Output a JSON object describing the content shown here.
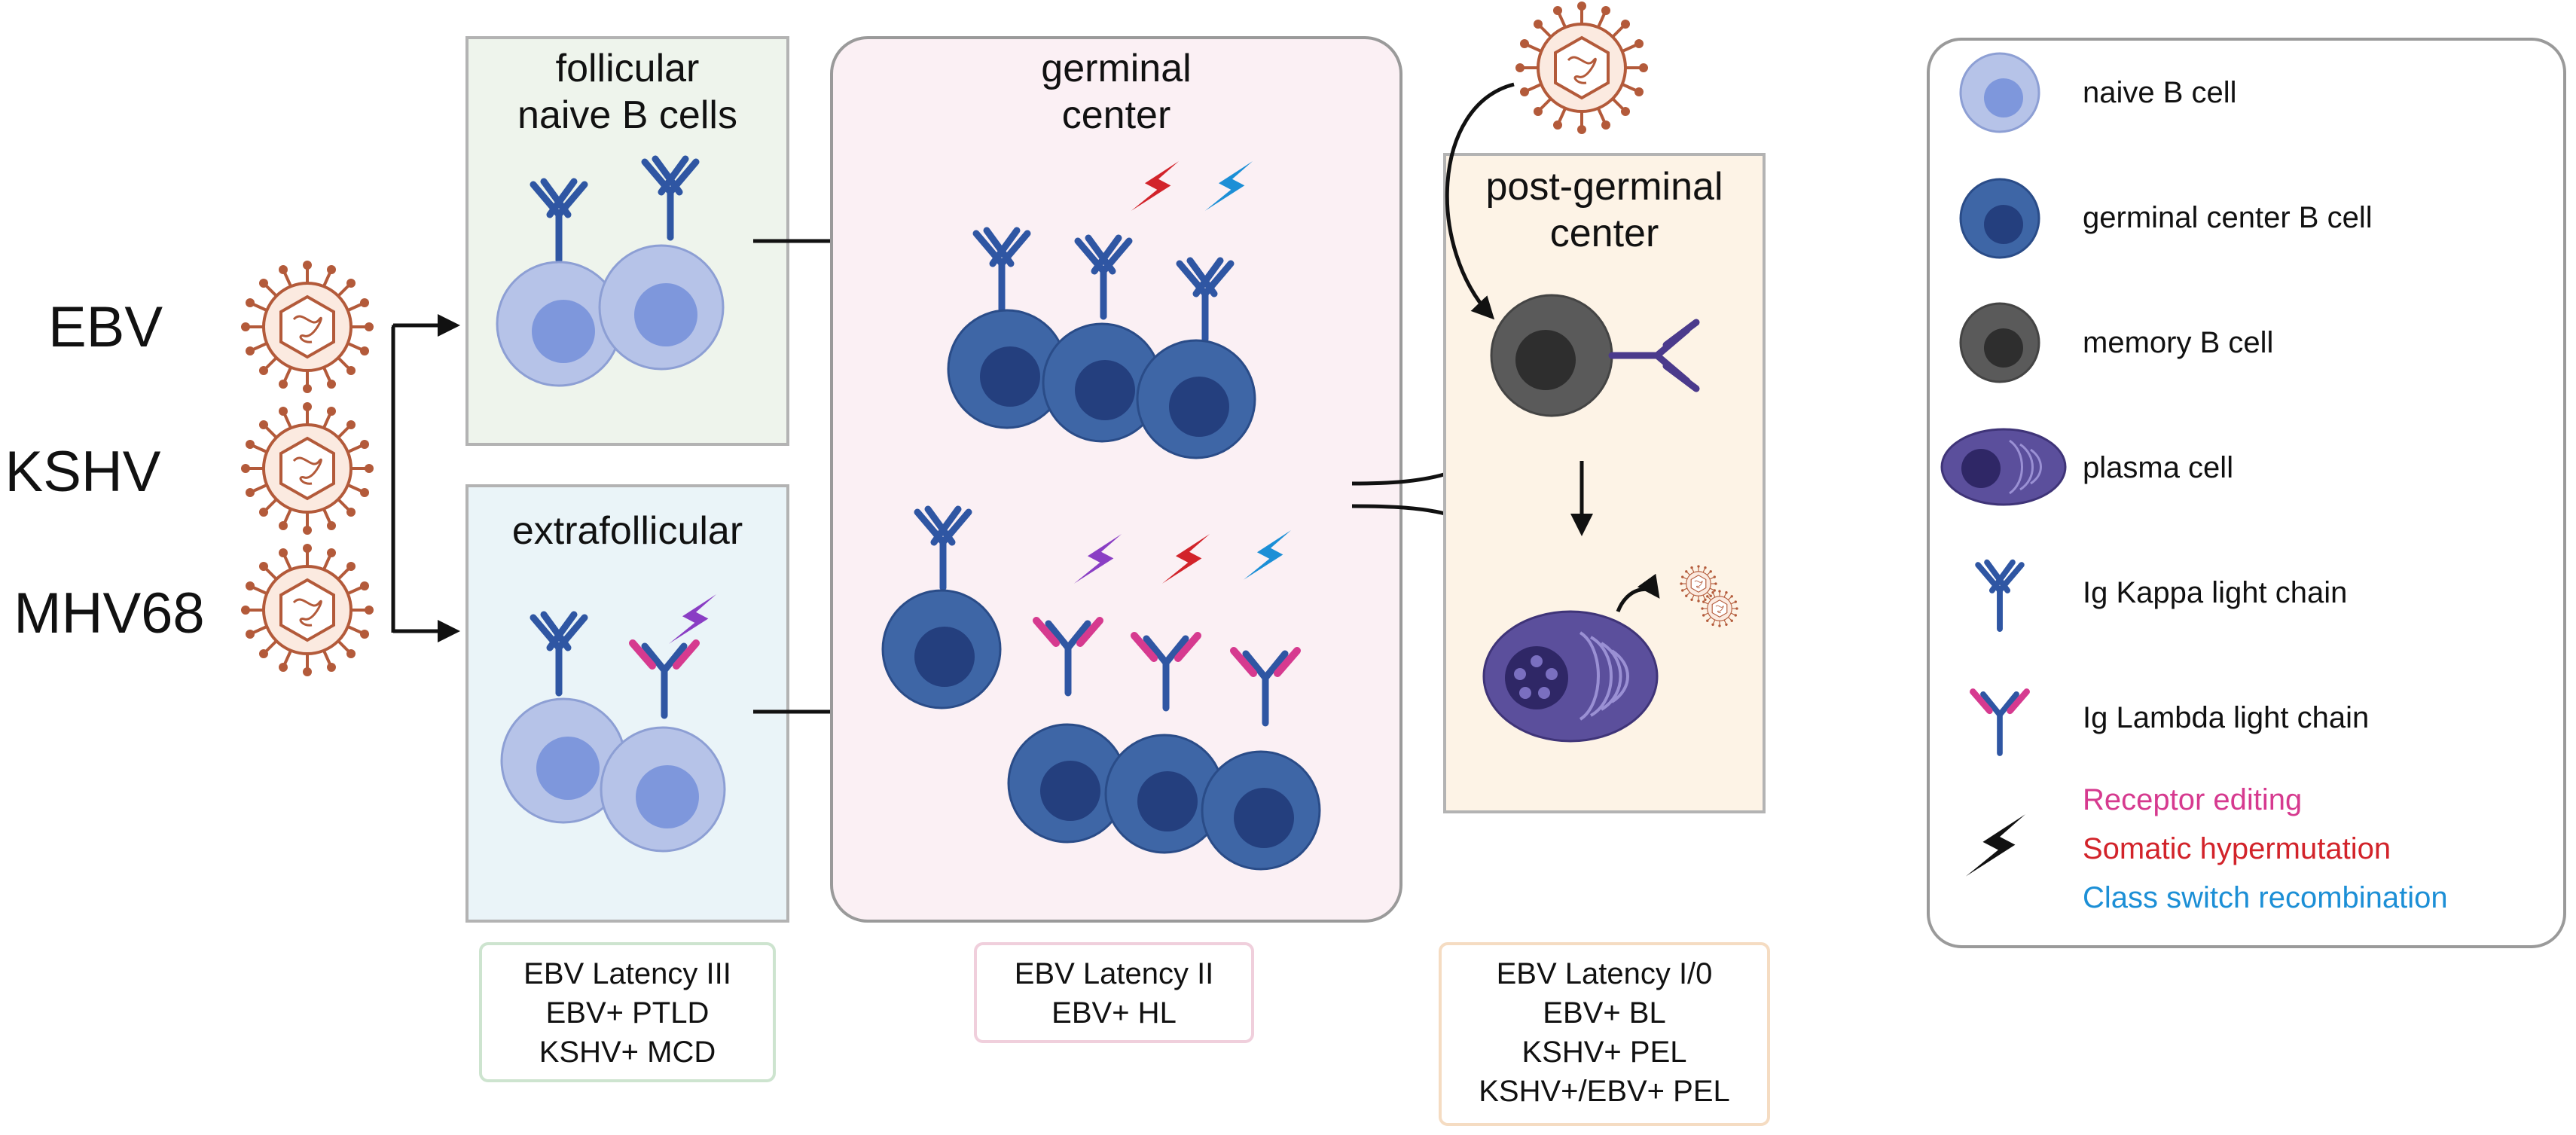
{
  "viruses": [
    "EBV",
    "KSHV",
    "MHV68"
  ],
  "compartments": {
    "follicular": [
      "follicular",
      "naive B cells"
    ],
    "extrafollicular": [
      "extrafollicular"
    ],
    "germinal_center": [
      "germinal",
      "center"
    ],
    "post_germinal_center": [
      "post-germinal",
      "center"
    ]
  },
  "notes": {
    "left": [
      "EBV Latency III",
      "EBV+ PTLD",
      "KSHV+ MCD"
    ],
    "middle": [
      "EBV Latency II",
      "EBV+ HL"
    ],
    "right": [
      "EBV Latency I/0",
      "EBV+ BL",
      "KSHV+ PEL",
      "KSHV+/EBV+ PEL"
    ]
  },
  "legend": {
    "items": [
      "naive B cell",
      "germinal center B cell",
      "memory B cell",
      "plasma cell",
      "Ig Kappa light chain",
      "Ig Lambda light chain"
    ],
    "processes": [
      {
        "label": "Receptor editing",
        "color": "#d63a8f"
      },
      {
        "label": "Somatic hypermutation",
        "color": "#d2232a"
      },
      {
        "label": "Class switch recombination",
        "color": "#1c8fd6"
      }
    ]
  },
  "colors": {
    "naive_outer": "#b6c3e8",
    "naive_inner": "#7e97dc",
    "gc_outer": "#3e66a6",
    "gc_inner": "#243f7e",
    "memory_outer": "#5a5a5a",
    "memory_inner": "#2e2e2e",
    "plasma": "#5b4f9c",
    "kappa": "#2f56a3",
    "lambda": "#d63a8f",
    "memory_ab": "#4b3a8c",
    "purple_bolt": "#8a3ec4",
    "virus": "#b35a3a"
  }
}
